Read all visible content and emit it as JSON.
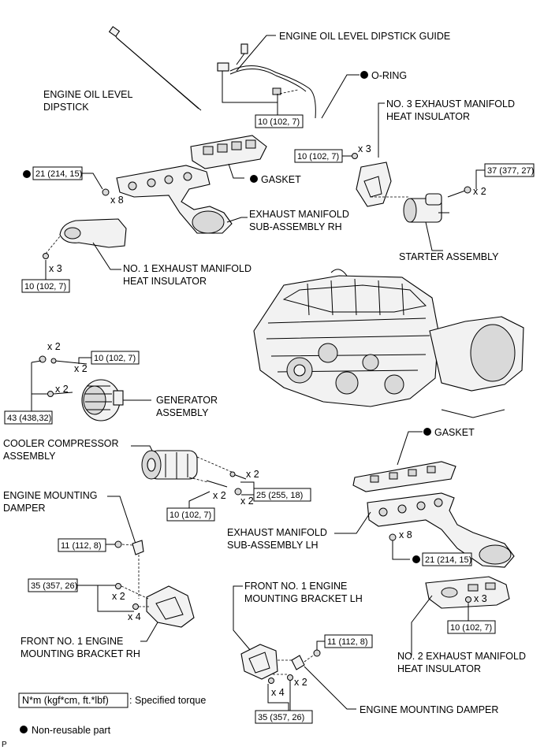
{
  "labels": {
    "dipstick_guide": "ENGINE OIL LEVEL DIPSTICK GUIDE",
    "dipstick_l1": "ENGINE OIL LEVEL",
    "dipstick_l2": "DIPSTICK",
    "oring": "O-RING",
    "no3_l1": "NO. 3 EXHAUST MANIFOLD",
    "no3_l2": "HEAT INSULATOR",
    "gasket_top": "GASKET",
    "exh_rh_l1": "EXHAUST MANIFOLD",
    "exh_rh_l2": "SUB-ASSEMBLY RH",
    "starter": "STARTER ASSEMBLY",
    "no1_l1": "NO. 1 EXHAUST MANIFOLD",
    "no1_l2": "HEAT INSULATOR",
    "generator_l1": "GENERATOR",
    "generator_l2": "ASSEMBLY",
    "cooler_l1": "COOLER COMPRESSOR",
    "cooler_l2": "ASSEMBLY",
    "gasket_mid": "GASKET",
    "emd_top_l1": "ENGINE MOUNTING",
    "emd_top_l2": "DAMPER",
    "exh_lh_l1": "EXHAUST MANIFOLD",
    "exh_lh_l2": "SUB-ASSEMBLY LH",
    "fnt_lh_l1": "FRONT NO. 1 ENGINE",
    "fnt_lh_l2": "MOUNTING BRACKET LH",
    "fnt_rh_l1": "FRONT NO. 1 ENGINE",
    "fnt_rh_l2": "MOUNTING BRACKET RH",
    "no2_l1": "NO. 2 EXHAUST MANIFOLD",
    "no2_l2": "HEAT INSULATOR",
    "emd_bottom": "ENGINE MOUNTING DAMPER"
  },
  "torques": {
    "t1": "10 (102, 7)",
    "t2": "10 (102, 7)",
    "t3": "21 (214, 15)",
    "t4": "37 (377, 27)",
    "t5": "10 (102, 7)",
    "t6": "10 (102, 7)",
    "t7": "43 (438,32)",
    "t8": "25 (255, 18)",
    "t9": "10 (102, 7)",
    "t10": "11 (112, 8)",
    "t11": "21 (214, 15)",
    "t12": "35 (357, 26)",
    "t13": "10 (102, 7)",
    "t14": "11 (112, 8)",
    "t15": "35 (357, 26)"
  },
  "quantities": {
    "q1": "x 3",
    "q2": "x 8",
    "q3": "x 2",
    "q4": "x 3",
    "q5": "x 2",
    "q6": "x 2",
    "q7": "x 2",
    "q8": "x 2",
    "q9": "x 2",
    "q10": "x 2",
    "q11": "x 8",
    "q12": "x 2",
    "q13": "x 4",
    "q14": "x 3",
    "q15": "x 4",
    "q16": "x 2"
  },
  "legend": {
    "torque_box": "N*m (kgf*cm, ft.*lbf)",
    "torque_desc": ": Specified torque",
    "nonreusable": "Non-reusable part"
  },
  "corner_mark": "P"
}
